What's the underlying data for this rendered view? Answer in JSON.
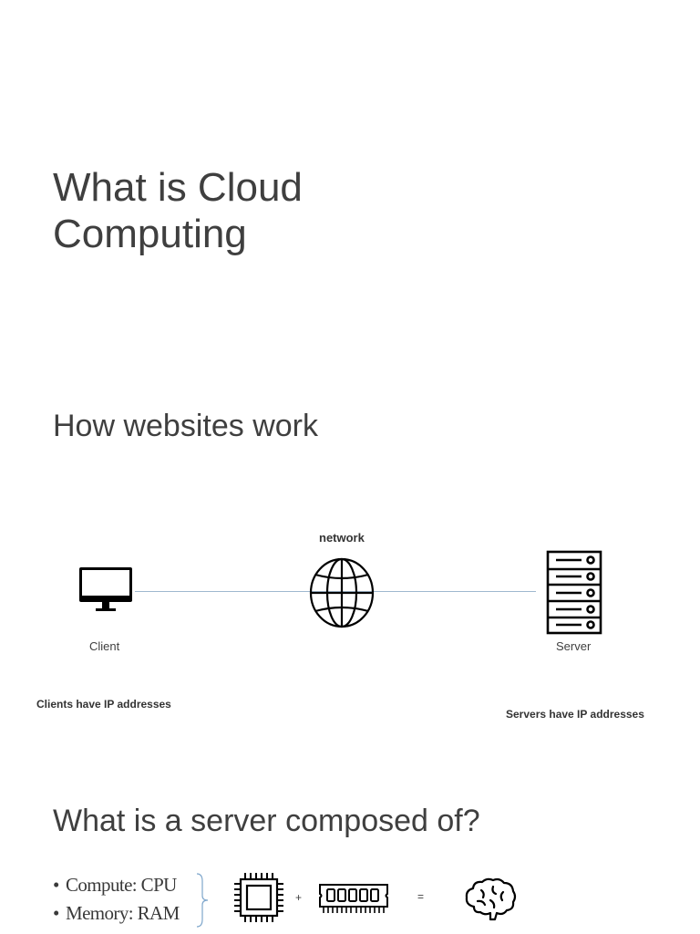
{
  "header": {
    "title_line1": "What is Cloud",
    "title_line2": "Computing"
  },
  "section_websites": {
    "heading": "How websites work",
    "diagram": {
      "network_label": "network",
      "client_label": "Client",
      "server_label": "Server",
      "client_note": "Clients have IP addresses",
      "server_note": "Servers have IP addresses",
      "icons": [
        "monitor-icon",
        "globe-icon",
        "server-rack-icon"
      ],
      "connector_color": "#9fb8cf"
    }
  },
  "section_server": {
    "heading": "What is a server composed of?",
    "bullets": [
      "Compute: CPU",
      "Memory: RAM"
    ],
    "plus": "+",
    "equals": "=",
    "icons": [
      "brace-icon",
      "cpu-chip-icon",
      "ram-module-icon",
      "brain-icon"
    ]
  }
}
